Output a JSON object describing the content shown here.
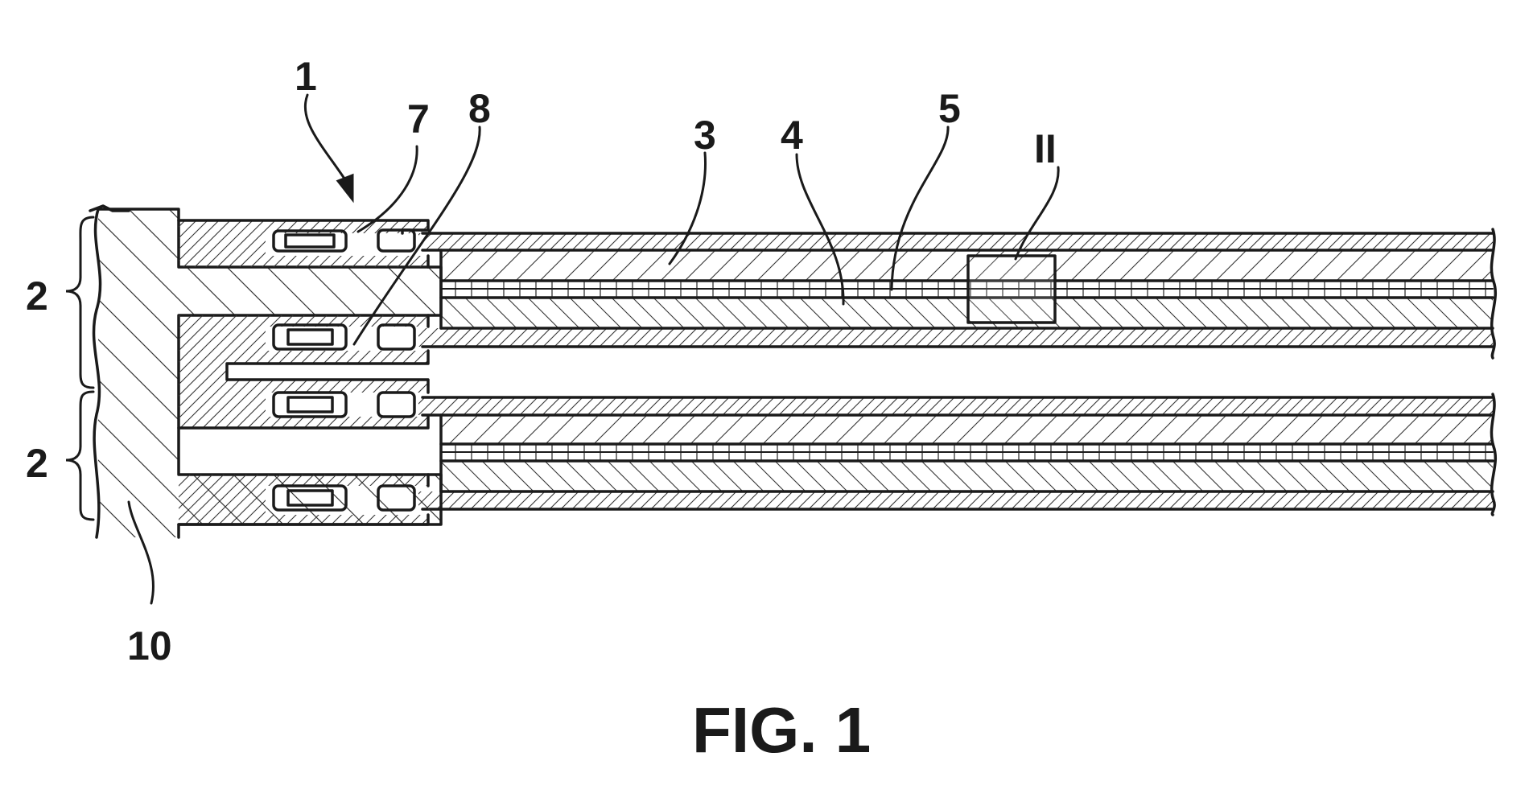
{
  "figure": {
    "caption": "FIG. 1",
    "labels": {
      "assembly": "1",
      "cell_unit_upper": "2",
      "cell_unit_lower": "2",
      "layer_3": "3",
      "layer_4": "4",
      "layer_5": "5",
      "part_7": "7",
      "part_8": "8",
      "base_10": "10",
      "detail_ref": "II"
    }
  }
}
